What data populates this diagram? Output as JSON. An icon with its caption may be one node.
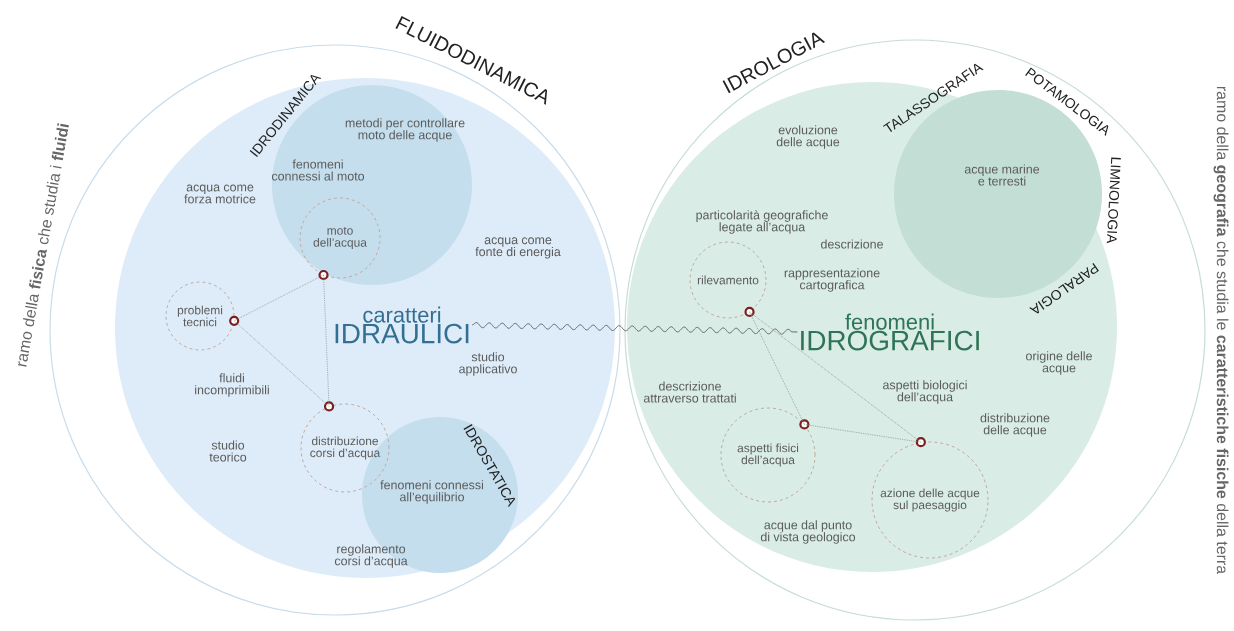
{
  "diagram": {
    "nodes": [
      {
        "text": [
          "FLUIDODINAMICA",
          "ramo della **fisica** che studia i **fluidi**"
        ]
      },
      {
        "text": [
          "acqua come forza motrice",
          "acqua come fonte di energia",
          "studio applicativo",
          "fluidi incomprimibili",
          "studio teorico",
          "regolamento corsi d’acqua"
        ],
        "in": 0
      },
      {
        "text": [
          "IDRODINAMICA",
          "metodi per controllare moto delle acque",
          "fenomeni connessi al moto"
        ],
        "in": 1
      },
      {
        "text": [
          "IDROSTATICA",
          "fenomeni connessi all’equilibrio"
        ],
        "in": 1
      },
      {
        "text": [
          "caratteri",
          "IDRAULICI"
        ],
        "in": 1
      },
      {
        "text": [
          "moto dell’acqua"
        ],
        "in": 2
      },
      {
        "text": [
          "problemi tecnici"
        ],
        "in": 1
      },
      {
        "text": [
          "distribuzione corsi d’acqua"
        ],
        "in": 1
      },
      {
        "text": [
          "IDROLOGIA",
          "ramo della **geografia** che studia le **caratteristiche fisiche** della terra"
        ]
      },
      {
        "text": [
          "evoluzione delle acque",
          "particolarità geografiche legate all’acqua",
          "descrizione",
          "rappresentazione cartografica",
          "origine delle acque",
          "descrizione attraverso trattati",
          "aspetti biologici dell’acqua",
          "distribuzione delle acque",
          "acque dal punto di vista geologico"
        ],
        "in": 8
      },
      {
        "text": [
          "TALASSOGRAFIA",
          "POTAMOLOGIA",
          "LIMNOLOGIA",
          "PARALOGIA",
          "acque marine e terresti"
        ],
        "in": 9
      },
      {
        "text": [
          "fenomeni",
          "IDROGRAFICI"
        ],
        "in": 9
      },
      {
        "text": [
          "rilevamento"
        ],
        "in": 9
      },
      {
        "text": [
          "aspetti fisici dell’acqua"
        ],
        "in": 9
      },
      {
        "text": [
          "azione delle acque sul paesaggio"
        ],
        "in": 9
      }
    ],
    "edges": [
      {
        "from": 5,
        "to": 6,
        "arrow": "none",
        "style": "dashed"
      },
      {
        "from": 5,
        "to": 7,
        "arrow": "none",
        "style": "dashed"
      },
      {
        "from": 6,
        "to": 7,
        "arrow": "none",
        "style": "dashed"
      },
      {
        "from": 4,
        "to": 11,
        "arrow": "none"
      },
      {
        "from": 12,
        "to": 13,
        "arrow": "none",
        "style": "dashed"
      },
      {
        "from": 12,
        "to": 14,
        "arrow": "none",
        "style": "dashed"
      },
      {
        "from": 13,
        "to": 14,
        "arrow": "none",
        "style": "dashed"
      }
    ]
  }
}
